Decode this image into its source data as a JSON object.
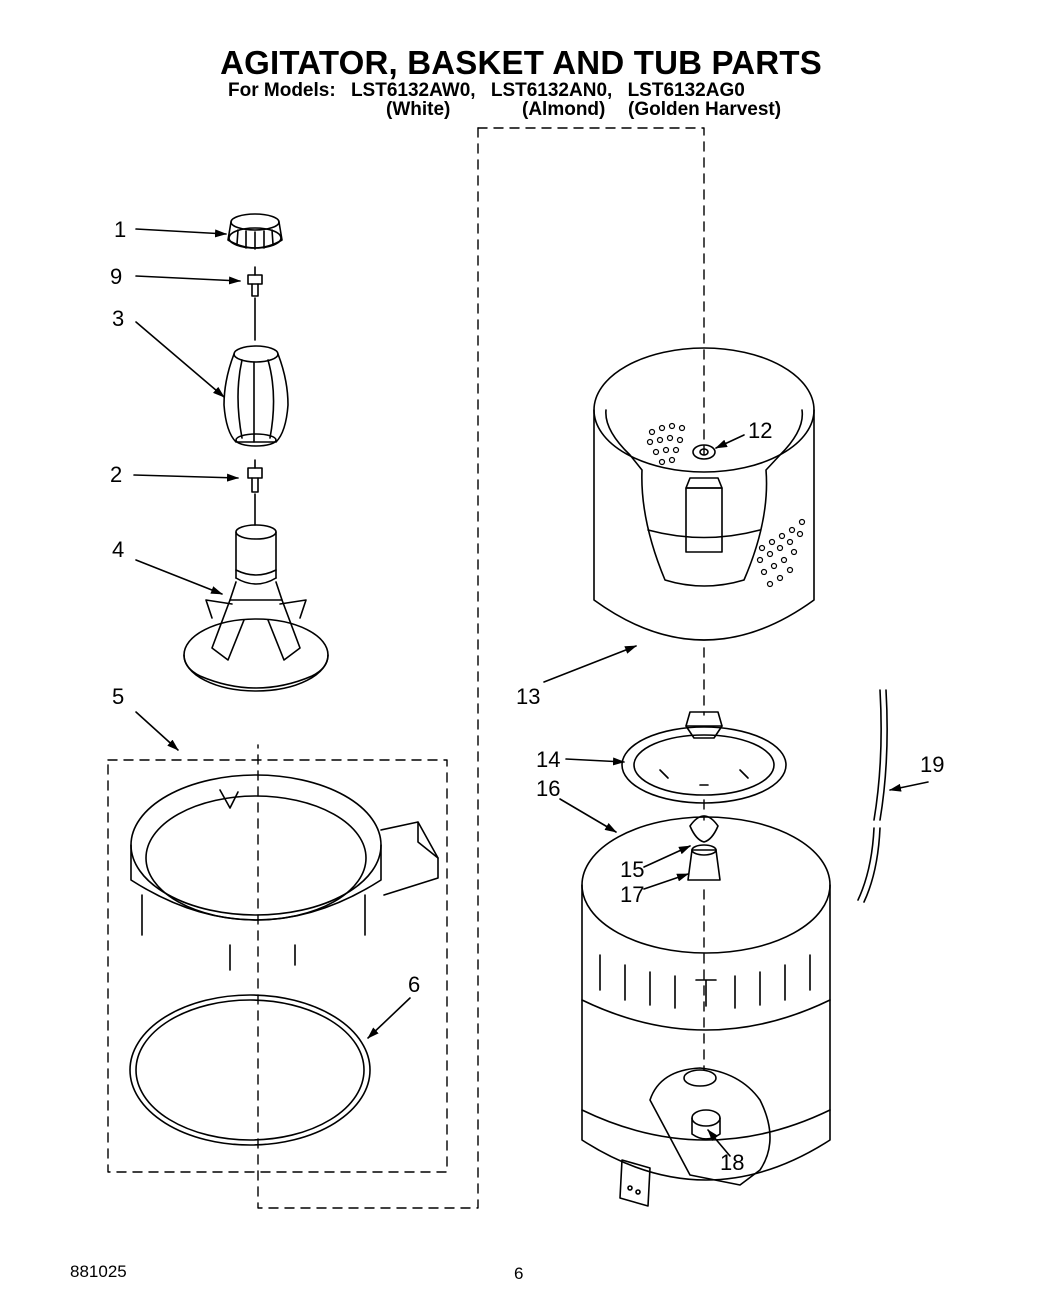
{
  "header": {
    "title": "AGITATOR, BASKET AND TUB PARTS",
    "models_prefix": "For Models:",
    "models": [
      "LST6132AW0,",
      "LST6132AN0,",
      "LST6132AG0"
    ],
    "variants": [
      "(White)",
      "(Almond)",
      "(Golden Harvest)"
    ]
  },
  "callouts": {
    "c1": "1",
    "c9": "9",
    "c3": "3",
    "c2": "2",
    "c4": "4",
    "c5": "5",
    "c6": "6",
    "c12": "12",
    "c13": "13",
    "c14": "14",
    "c16": "16",
    "c15": "15",
    "c17": "17",
    "c19": "19",
    "c18": "18"
  },
  "footer": {
    "code": "881025",
    "page": "6"
  }
}
